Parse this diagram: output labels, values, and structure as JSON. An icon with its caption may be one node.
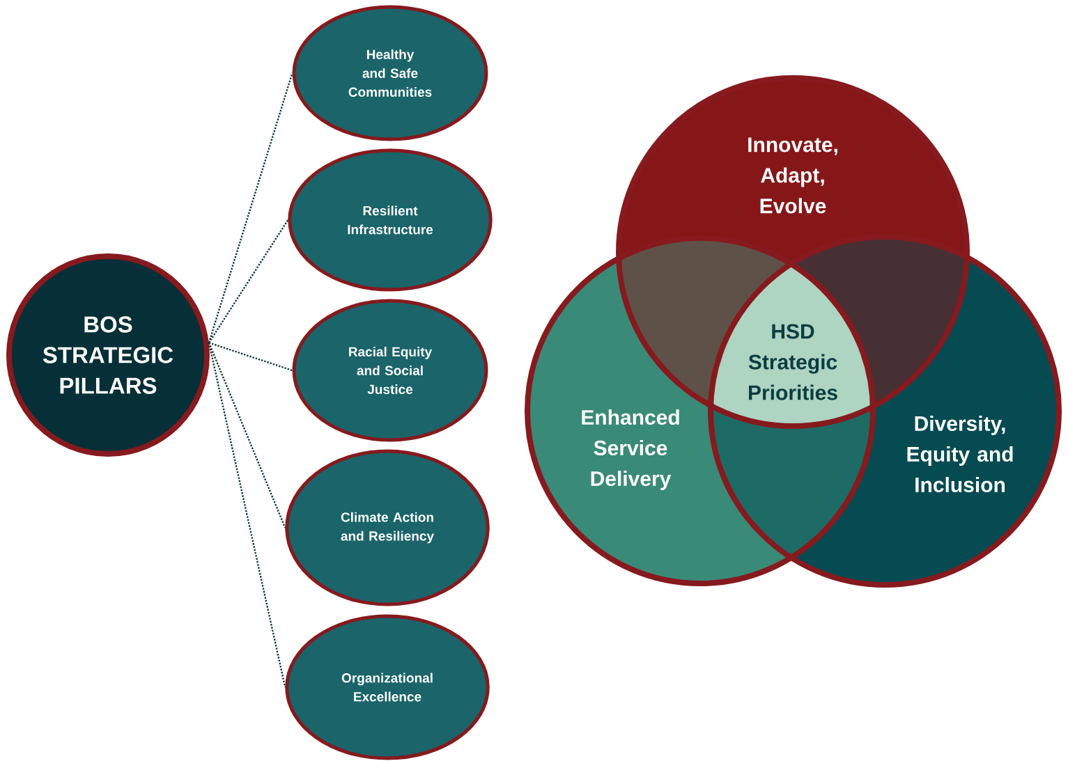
{
  "diagram": {
    "nodes": [
      {
        "text": [
          "BOS STRATEGIC PILLARS"
        ]
      },
      {
        "text": [
          "Healthy and Safe Communities"
        ]
      },
      {
        "text": [
          "Resilient Infrastructure"
        ]
      },
      {
        "text": [
          "Racial Equity and Social Justice"
        ]
      },
      {
        "text": [
          "Climate Action and Resiliency"
        ]
      },
      {
        "text": [
          "Organizational Excellence"
        ]
      },
      {
        "text": [
          "Innovate, Adapt, Evolve"
        ]
      },
      {
        "text": [
          "Enhanced Service Delivery"
        ]
      },
      {
        "text": [
          "Diversity, Equity and Inclusion"
        ]
      },
      {
        "text": [
          "HSD Strategic Priorities"
        ]
      }
    ],
    "edges": [
      {
        "from": 0,
        "to": 1,
        "arrow": "none"
      },
      {
        "from": 0,
        "to": 2,
        "arrow": "none"
      },
      {
        "from": 0,
        "to": 3,
        "arrow": "none"
      },
      {
        "from": 0,
        "to": 4,
        "arrow": "none"
      },
      {
        "from": 0,
        "to": 5,
        "arrow": "none"
      }
    ]
  }
}
